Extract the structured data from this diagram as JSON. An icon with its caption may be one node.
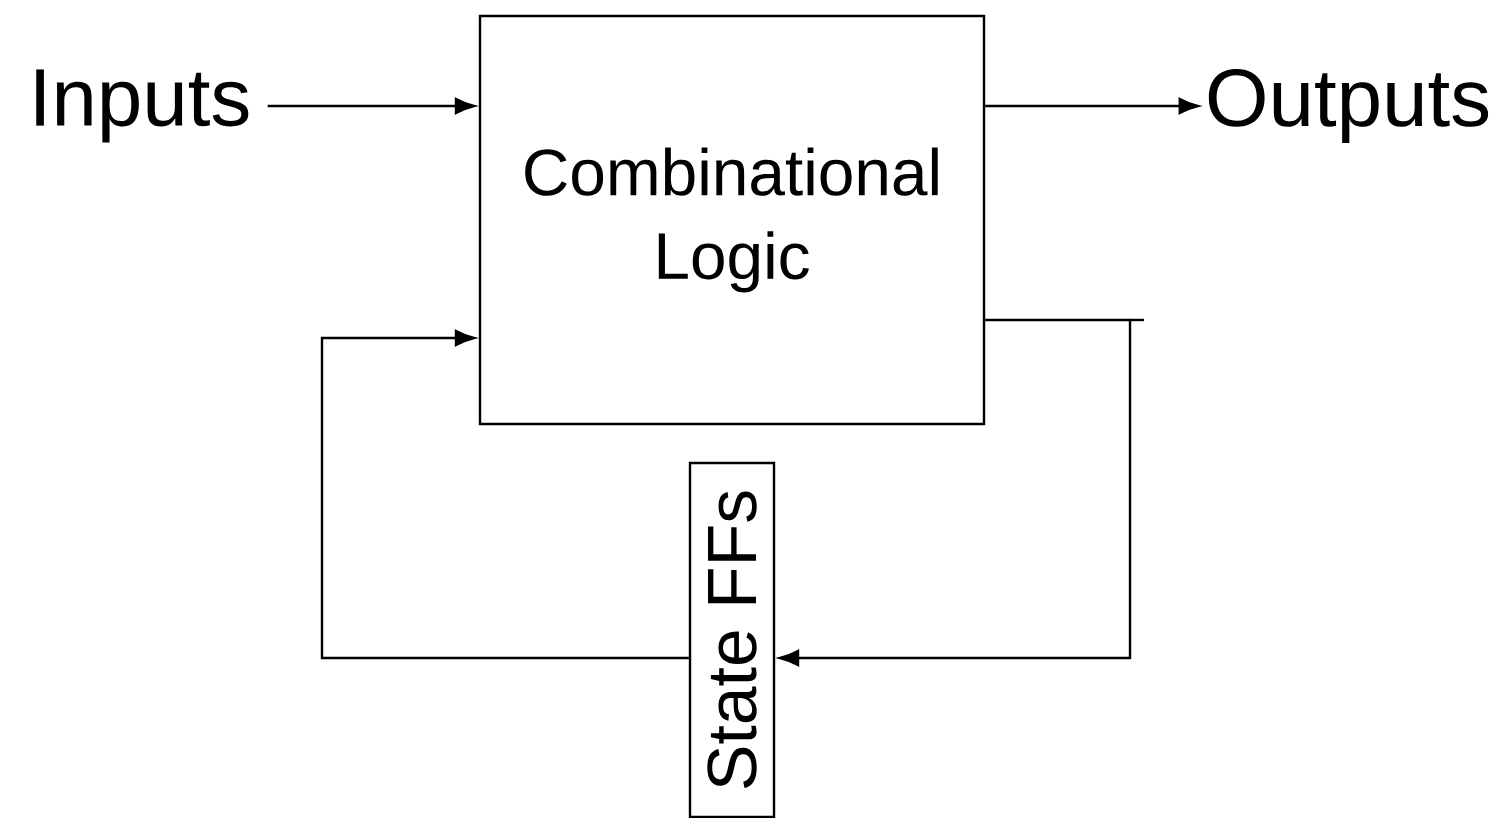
{
  "diagram": {
    "nodes": [
      {
        "text": [
          "Inputs"
        ]
      },
      {
        "text": [
          "Combinational Logic"
        ]
      },
      {
        "text": [
          "Outputs"
        ]
      },
      {
        "text": [
          "State FFs"
        ]
      }
    ],
    "edges": [
      {
        "from": 0,
        "to": 1,
        "arrow": "to"
      },
      {
        "from": 1,
        "to": 2,
        "arrow": "to"
      },
      {
        "from": 1,
        "to": 3,
        "arrow": "to"
      },
      {
        "from": 3,
        "to": 1,
        "arrow": "to"
      }
    ]
  }
}
